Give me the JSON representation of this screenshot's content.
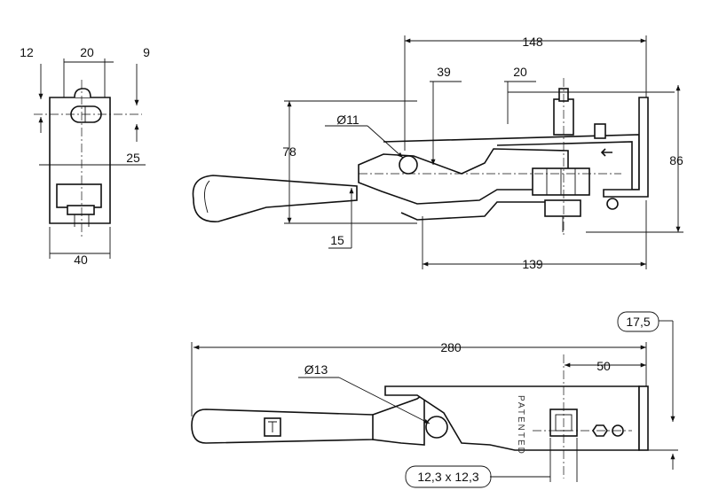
{
  "dimensions": {
    "end_12": "12",
    "end_20": "20",
    "end_9": "9",
    "end_25": "25",
    "end_40": "40",
    "side_148": "148",
    "side_39": "39",
    "side_20": "20",
    "side_dia11": "Ø11",
    "side_78": "78",
    "side_86": "86",
    "side_15": "15",
    "side_139": "139",
    "top_280": "280",
    "top_50": "50",
    "top_dia13": "Ø13",
    "top_17_5": "17,5",
    "top_square": "12,3 x 12,3"
  },
  "marking": {
    "patented": "PATENTED"
  }
}
